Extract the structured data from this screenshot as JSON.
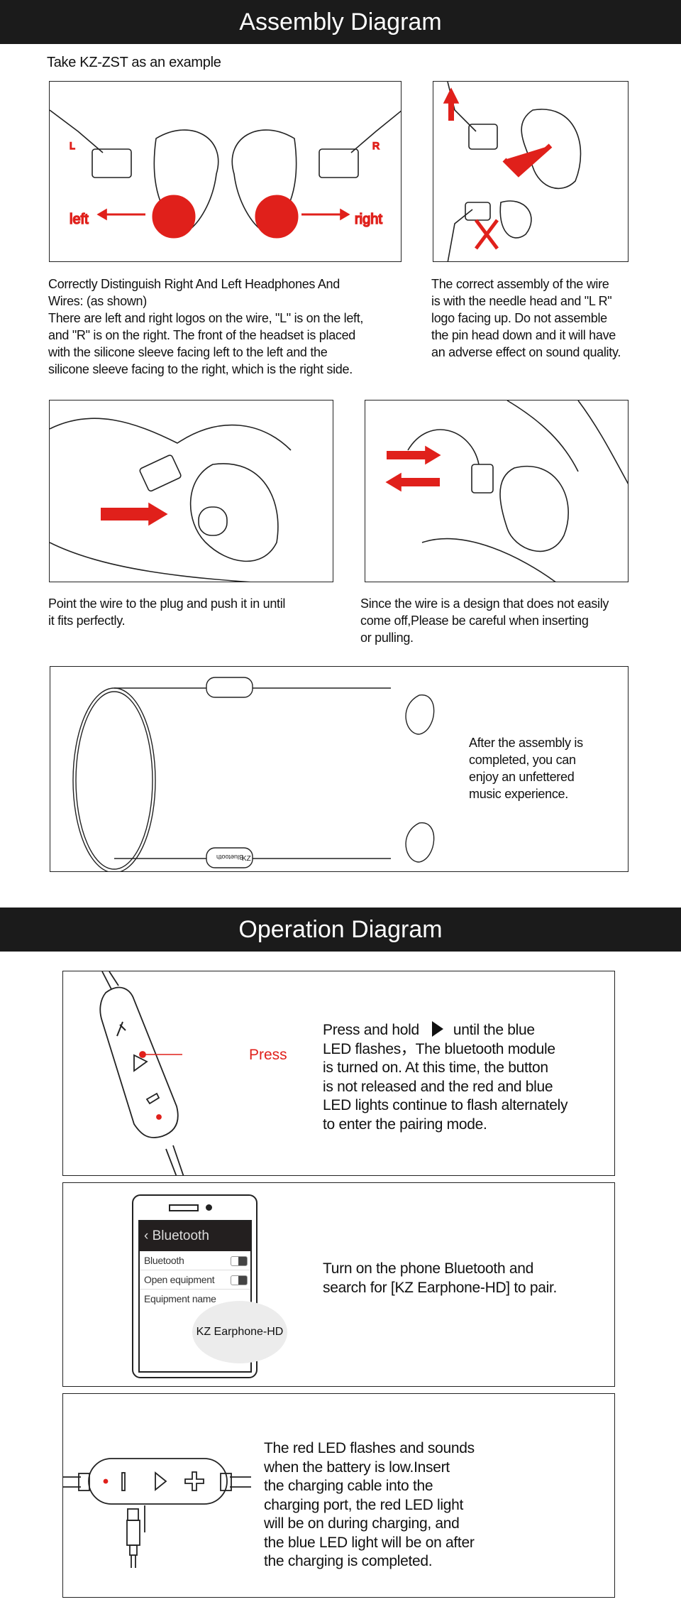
{
  "assembly": {
    "title": "Assembly Diagram",
    "example": "Take KZ-ZST as an example",
    "fig1": {
      "left_label": "left",
      "right_label": "right",
      "l_mark": "L",
      "r_mark": "R"
    },
    "text1": [
      "Correctly Distinguish Right And Left Headphones And",
      "Wires: (as shown)",
      "There are left and right logos on the wire, \"L\" is on the left,",
      "and \"R\" is on the right. The front of the headset is placed",
      "with the silicone sleeve facing left to the left and the",
      "silicone sleeve facing to the right, which is the right side."
    ],
    "text2": [
      "The correct assembly of the wire",
      "is with the needle head and \"L R\"",
      "logo facing up. Do not assemble",
      "the pin head down and it will have",
      "an adverse effect on sound quality."
    ],
    "text3": [
      "Point the wire to the plug and push it in until",
      "it fits perfectly."
    ],
    "text4": [
      "Since the wire is a design that does not easily",
      "come off,Please be careful when inserting",
      "or pulling."
    ],
    "fig5": {
      "module_label": "Bluetooth",
      "brand": "KZ"
    },
    "text5": [
      "After the assembly is",
      "completed, you can",
      "enjoy an unfettered",
      "music experience."
    ]
  },
  "operation": {
    "title": "Operation Diagram",
    "press_label": "Press",
    "step1": {
      "first_line_a": "Press and hold",
      "first_line_b": "until the blue",
      "lines": [
        "LED flashes，The bluetooth module",
        "is turned on. At this time, the button",
        "is not released and the red and blue",
        "LED lights continue to flash alternately",
        "to enter the pairing mode."
      ]
    },
    "phone": {
      "header": "Bluetooth",
      "rows": [
        "Bluetooth",
        "Open equipment",
        "Equipment name"
      ],
      "device": "KZ Earphone-HD"
    },
    "step2": [
      "Turn on the phone Bluetooth and",
      "search for [KZ Earphone-HD] to pair."
    ],
    "step3": [
      "The red LED flashes and sounds",
      "when the battery is low.Insert",
      "the charging cable into the",
      "charging port, the red LED light",
      "will be on during charging, and",
      "the blue LED light will be on after",
      "the charging is completed."
    ]
  },
  "colors": {
    "accent": "#e0201b",
    "header_bg": "#1b1b1b"
  }
}
